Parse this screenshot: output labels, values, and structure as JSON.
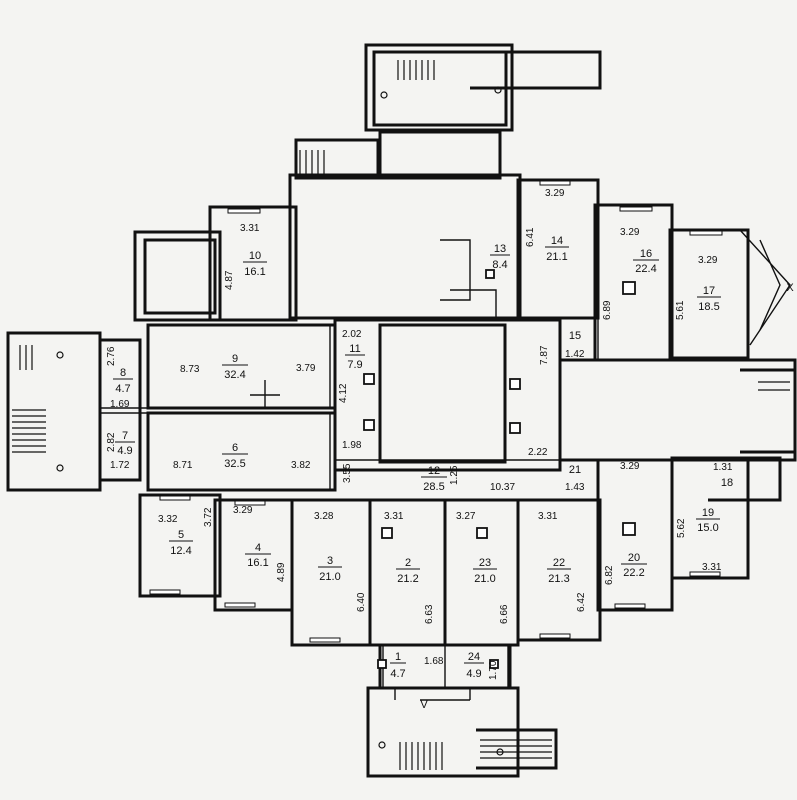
{
  "plan": {
    "rooms": [
      {
        "id": "1",
        "number": "1",
        "area": "4.7"
      },
      {
        "id": "2",
        "number": "2",
        "area": "21.2"
      },
      {
        "id": "3",
        "number": "3",
        "area": "21.0"
      },
      {
        "id": "4",
        "number": "4",
        "area": "16.1"
      },
      {
        "id": "5",
        "number": "5",
        "area": "12.4"
      },
      {
        "id": "6",
        "number": "6",
        "area": "32.5"
      },
      {
        "id": "7",
        "number": "7",
        "area": "4.9"
      },
      {
        "id": "8",
        "number": "8",
        "area": "4.7"
      },
      {
        "id": "9",
        "number": "9",
        "area": "32.4"
      },
      {
        "id": "10",
        "number": "10",
        "area": "16.1"
      },
      {
        "id": "11",
        "number": "11",
        "area": "7.9"
      },
      {
        "id": "12",
        "number": "12",
        "area": "28.5"
      },
      {
        "id": "13",
        "number": "13",
        "area": "8.4"
      },
      {
        "id": "14",
        "number": "14",
        "area": "21.1"
      },
      {
        "id": "16",
        "number": "16",
        "area": "22.4"
      },
      {
        "id": "17",
        "number": "17",
        "area": "18.5"
      },
      {
        "id": "19",
        "number": "19",
        "area": "15.0"
      },
      {
        "id": "20",
        "number": "20",
        "area": "22.2"
      },
      {
        "id": "22",
        "number": "22",
        "area": "21.3"
      },
      {
        "id": "23",
        "number": "23",
        "area": "21.0"
      },
      {
        "id": "24",
        "number": "24",
        "area": "4.9"
      }
    ],
    "plain_numbers": [
      {
        "id": "15",
        "text": "15"
      },
      {
        "id": "21",
        "text": "21"
      },
      {
        "id": "18",
        "text": "18"
      }
    ],
    "dimensions": [
      "3.31",
      "4.87",
      "2.02",
      "4.12",
      "8.73",
      "3.79",
      "2.76",
      "1.69",
      "2.82",
      "1.72",
      "8.71",
      "3.82",
      "1.98",
      "3.55",
      "3.32",
      "3.72",
      "3.29",
      "4.89",
      "3.28",
      "6.40",
      "3.31",
      "6.63",
      "3.27",
      "6.66",
      "3.31",
      "6.42",
      "1.68",
      "1.70",
      "1.25",
      "10.37",
      "2.22",
      "7.87",
      "1.42",
      "1.43",
      "3.29",
      "6.41",
      "3.29",
      "6.89",
      "3.29",
      "5.61",
      "3.29",
      "6.82",
      "1.31",
      "5.62",
      "3.31"
    ],
    "marks": {
      "entrance": "V",
      "exit": "X"
    }
  }
}
